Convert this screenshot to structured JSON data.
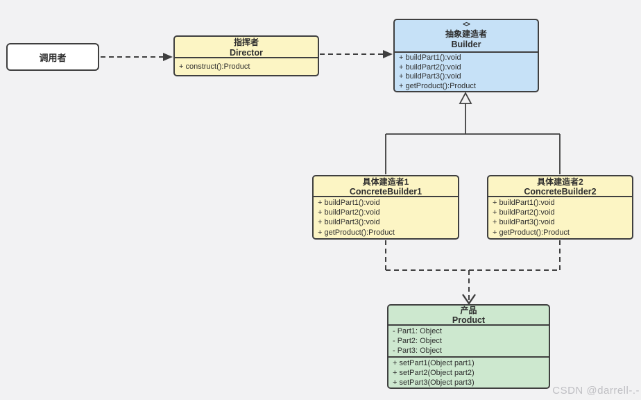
{
  "diagram_title": "Builder pattern UML class diagram",
  "colors": {
    "bg": "#f2f2f3",
    "line": "#3f3f3f",
    "text": "#2e2e2e",
    "white": "#ffffff",
    "yellow": "#fcf5c4",
    "blue": "#c6e1f7",
    "green": "#cde8cf",
    "watermark": "#bfbfc3"
  },
  "classes": {
    "caller": {
      "name_zh": "调用者"
    },
    "director": {
      "name_zh": "指挥者",
      "name_en": "Director",
      "methods": [
        "+ construct():Product"
      ]
    },
    "builder": {
      "stereotype_icon": "<>",
      "name_zh": "抽象建造者",
      "name_en": "Builder",
      "methods": [
        "+ buildPart1():void",
        "+ buildPart2():void",
        "+ buildPart3():void",
        "+ getProduct():Product"
      ]
    },
    "concrete_builder1": {
      "name_zh": "具体建造者1",
      "name_en": "ConcreteBuilder1",
      "methods": [
        "+ buildPart1():void",
        "+ buildPart2():void",
        "+ buildPart3():void",
        "+ getProduct():Product"
      ]
    },
    "concrete_builder2": {
      "name_zh": "具体建造者2",
      "name_en": "ConcreteBuilder2",
      "methods": [
        "+ buildPart1():void",
        "+ buildPart2():void",
        "+ buildPart3():void",
        "+ getProduct():Product"
      ]
    },
    "product": {
      "name_zh": "产品",
      "name_en": "Product",
      "attributes": [
        "- Part1: Object",
        "- Part2: Object",
        "- Part3: Object"
      ],
      "methods": [
        "+ setPart1(Object part1)",
        "+ setPart2(Object part2)",
        "+ setPart3(Object part3)"
      ]
    }
  },
  "relationships": [
    "caller -dashed dependency-> director",
    "director -dashed dependency-> builder",
    "concrete_builder1 -generalization-> builder",
    "concrete_builder2 -generalization-> builder",
    "concrete_builder1 -dashed dependency-> product",
    "concrete_builder2 -dashed dependency-> product"
  ],
  "watermark": "CSDN @darrell-.-"
}
